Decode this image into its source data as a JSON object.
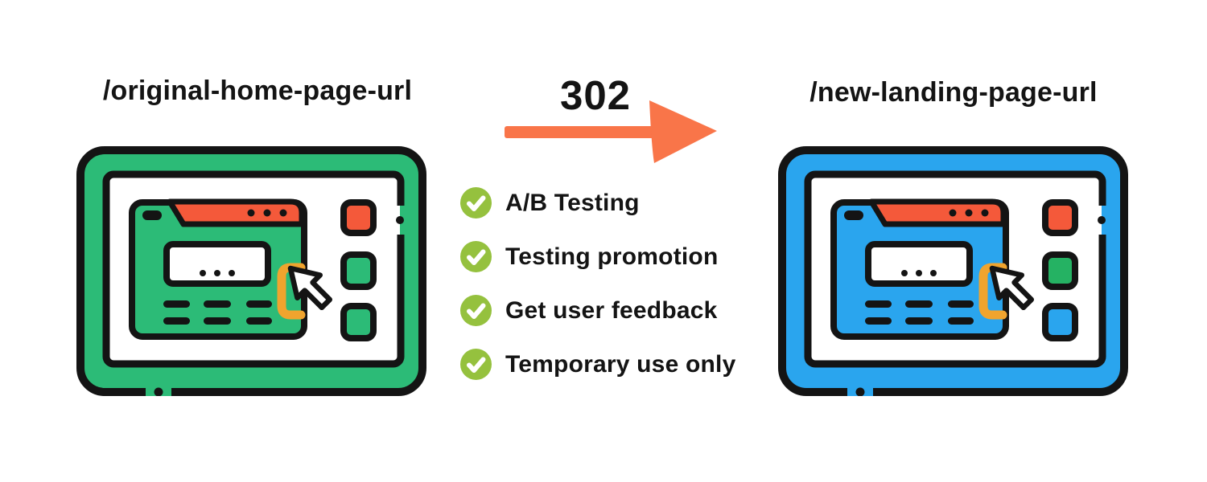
{
  "header": {
    "left_url": "/original-home-page-url",
    "right_url": "/new-landing-page-url"
  },
  "redirect": {
    "code": "302",
    "arrow_direction": "right"
  },
  "benefits": [
    {
      "label": "A/B Testing"
    },
    {
      "label": "Testing promotion"
    },
    {
      "label": "Get user feedback"
    },
    {
      "label": "Temporary use only"
    }
  ],
  "icons": {
    "left_monitor": "green-browser-monitor-icon",
    "right_monitor": "blue-browser-monitor-icon",
    "checklist": "check-circle-icon",
    "cursor": "cursor-arrow-icon",
    "redirect": "right-arrow-icon"
  },
  "colors": {
    "green": "#2cbb77",
    "button_green": "#25b263",
    "blue": "#2aa5ee",
    "red_orange": "#f4593a",
    "arrow_orange": "#f97549",
    "bracket_orange": "#f0a42e",
    "check_green": "#95c13e",
    "ink": "#141414"
  }
}
